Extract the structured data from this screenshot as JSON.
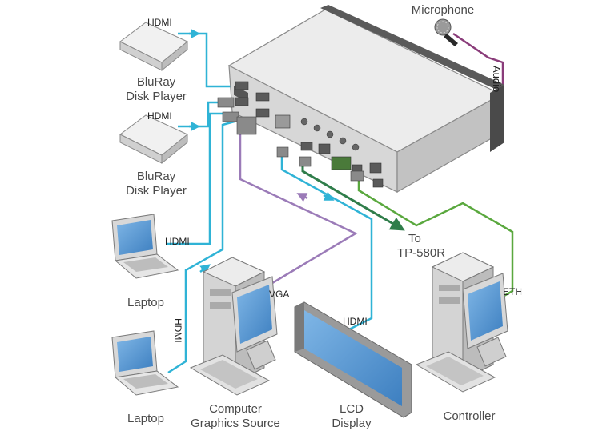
{
  "labels": {
    "microphone": "Microphone",
    "audio": "Audio",
    "bluray1": [
      "BluRay",
      "Disk Player"
    ],
    "bluray2": [
      "BluRay",
      "Disk Player"
    ],
    "laptop1": "Laptop",
    "laptop2": "Laptop",
    "computer": [
      "Computer",
      "Graphics Source"
    ],
    "lcd": [
      "LCD",
      "Display"
    ],
    "controller": "Controller",
    "to_receiver": [
      "To",
      "TP-580R"
    ]
  },
  "cable_labels": {
    "hdmi_bluray1": "HDMI",
    "hdmi_bluray2": "HDMI",
    "hdmi_laptop1": "HDMI",
    "hdmi_laptop2": "HDMI",
    "vga": "VGA",
    "hdmi_lcd": "HDMI",
    "eth": "ETH"
  },
  "colors": {
    "hdmi": "#2fb3d6",
    "vga": "#9b7bb8",
    "audio": "#8a3c7a",
    "eth": "#5aa83e",
    "tp_out": "#2f7d4a",
    "device_body": "#e9e9e9",
    "device_outline": "#7a7a7a",
    "screen": "#5b9bd5"
  },
  "icons": [
    "microphone-icon",
    "bluray-player-icon",
    "laptop-icon",
    "desktop-computer-icon",
    "lcd-display-icon",
    "switcher-device-icon"
  ]
}
